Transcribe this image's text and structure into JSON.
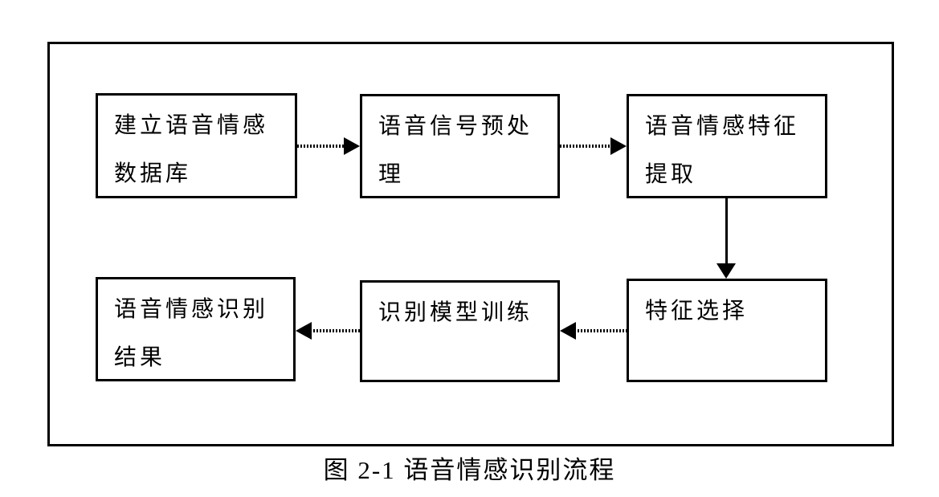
{
  "diagram": {
    "caption": "图 2-1  语音情感识别流程",
    "colors": {
      "line": "#000000",
      "background": "#ffffff",
      "text": "#000000"
    },
    "boxes": [
      {
        "id": "build-database",
        "lines": [
          "建立语音情感",
          "数据库"
        ]
      },
      {
        "id": "signal-preprocessing",
        "lines": [
          "语音信号预处",
          "理"
        ]
      },
      {
        "id": "feature-extraction",
        "lines": [
          "语音情感特征",
          "提取"
        ]
      },
      {
        "id": "feature-selection",
        "lines": [
          "特征选择"
        ]
      },
      {
        "id": "model-training",
        "lines": [
          "识别模型训练"
        ]
      },
      {
        "id": "recognition-result",
        "lines": [
          "语音情感识别",
          "结果"
        ]
      }
    ],
    "arrows": [
      {
        "from": "build-database",
        "to": "signal-preprocessing",
        "direction": "right",
        "style": "dotted"
      },
      {
        "from": "signal-preprocessing",
        "to": "feature-extraction",
        "direction": "right",
        "style": "dotted"
      },
      {
        "from": "feature-extraction",
        "to": "feature-selection",
        "direction": "down",
        "style": "solid"
      },
      {
        "from": "feature-selection",
        "to": "model-training",
        "direction": "left",
        "style": "dotted"
      },
      {
        "from": "model-training",
        "to": "recognition-result",
        "direction": "left",
        "style": "dotted"
      }
    ]
  }
}
